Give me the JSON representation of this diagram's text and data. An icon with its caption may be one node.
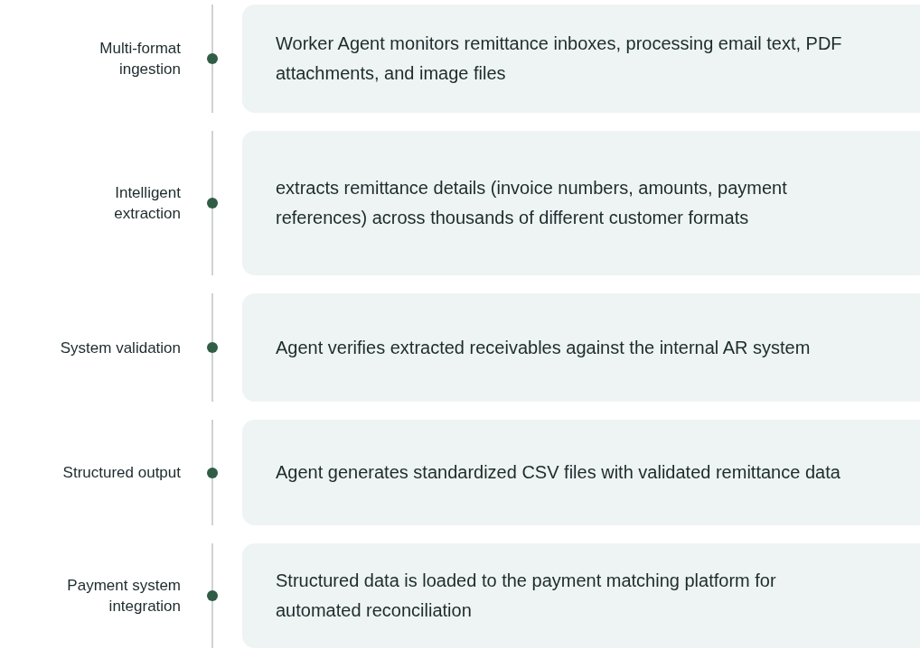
{
  "diagram": {
    "nodes": [
      {
        "text": [
          "Worker Agent monitors remittance inboxes, processing email text, PDF attachments, and image files"
        ]
      },
      {
        "text": [
          "extracts remittance details (invoice numbers, amounts, payment references) across thousands of different customer formats"
        ]
      },
      {
        "text": [
          "Agent verifies extracted receivables against the internal AR system"
        ]
      },
      {
        "text": [
          "Agent generates standardized CSV files with validated remittance data"
        ]
      },
      {
        "text": [
          "Structured data is loaded to the payment matching platform for automated reconciliation"
        ]
      }
    ],
    "labels": [
      "Multi-format ingestion",
      "Intelligent extraction",
      "System validation",
      "Structured output",
      "Payment system integration"
    ]
  }
}
